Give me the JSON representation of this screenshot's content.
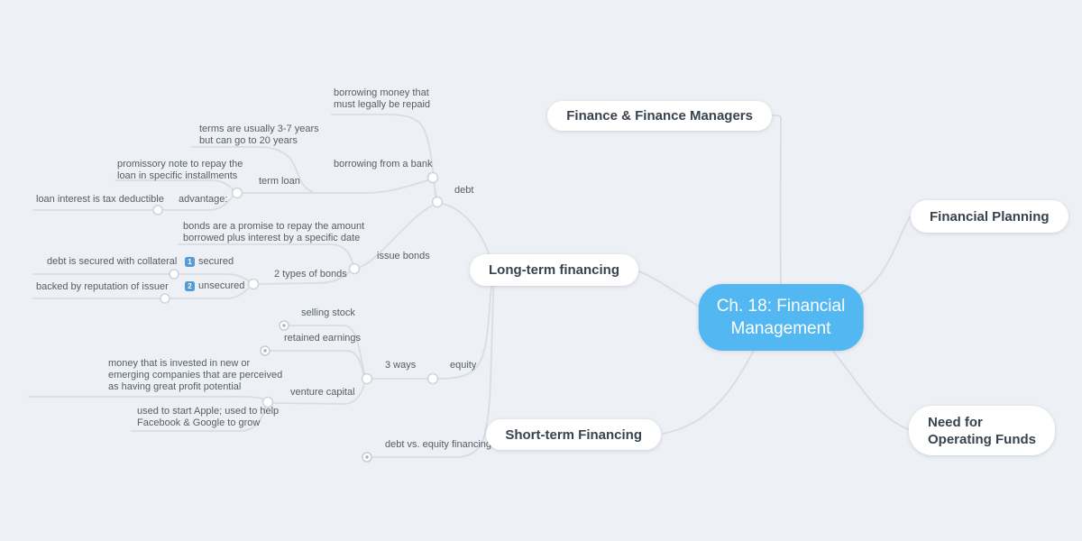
{
  "app": {
    "background": "#edf0f4",
    "line_color": "#d9dde3",
    "accent": "#53b7f2",
    "keycap_color": "#579bd5"
  },
  "root_node": {
    "text": "Ch. 18: Financial\nManagement"
  },
  "primary_nodes": {
    "finance_managers": "Finance & Finance Managers",
    "financial_planning": "Financial Planning",
    "long_term": "Long-term financing",
    "short_term": "Short-term Financing",
    "need_operating": "Need for\nOperating Funds"
  },
  "branches": {
    "debt": {
      "label": "debt",
      "borrowing_money": "borrowing money that\nmust legally be repaid",
      "borrowing_bank": {
        "label": "borrowing from a bank",
        "term_loan": {
          "label": "term loan",
          "terms": "terms are usually 3-7 years\nbut can go to 20 years",
          "promissory": "promissory note to repay the\nloan in specific installments",
          "advantage": {
            "label": "advantage:",
            "detail": "loan interest is tax deductible"
          }
        }
      },
      "issue_bonds": {
        "label": "issue bonds",
        "description": "bonds are a promise to repay the amount\nborrowed plus interest by a specific date",
        "two_types": {
          "label": "2 types of bonds",
          "secured": {
            "num": "1",
            "label": "secured",
            "detail": "debt is secured with collateral"
          },
          "unsecured": {
            "num": "2",
            "label": "unsecured",
            "detail": "backed by reputation of issuer"
          }
        }
      }
    },
    "equity": {
      "label": "equity",
      "three_ways": {
        "label": "3 ways",
        "selling_stock": "selling stock",
        "retained_earnings": "retained earnings",
        "venture_capital": {
          "label": "venture capital",
          "description": "money that is invested in new or\nemerging companies that are perceived\nas having great profit potential",
          "examples": "used to start Apple; used to help\nFacebook & Google to grow"
        }
      }
    },
    "debt_vs_equity": "debt vs. equity financing"
  }
}
